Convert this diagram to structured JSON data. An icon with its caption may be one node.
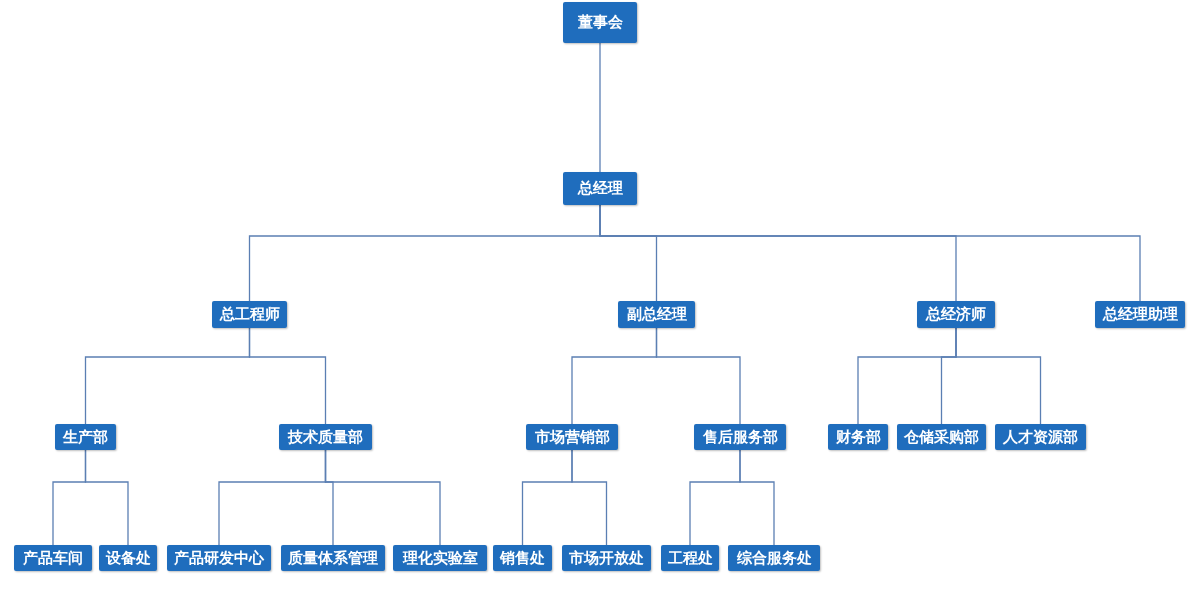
{
  "diagram": {
    "nodes": [
      {
        "text": [
          "董事会"
        ]
      },
      {
        "text": [
          "总经理"
        ]
      },
      {
        "text": [
          "总工程师"
        ]
      },
      {
        "text": [
          "副总经理"
        ]
      },
      {
        "text": [
          "总经济师"
        ]
      },
      {
        "text": [
          "总经理助理"
        ]
      },
      {
        "text": [
          "生产部"
        ]
      },
      {
        "text": [
          "技术质量部"
        ]
      },
      {
        "text": [
          "市场营销部"
        ]
      },
      {
        "text": [
          "售后服务部"
        ]
      },
      {
        "text": [
          "财务部"
        ]
      },
      {
        "text": [
          "仓储采购部"
        ]
      },
      {
        "text": [
          "人才资源部"
        ]
      },
      {
        "text": [
          "产品车间"
        ]
      },
      {
        "text": [
          "设备处"
        ]
      },
      {
        "text": [
          "产品研发中心"
        ]
      },
      {
        "text": [
          "质量体系管理"
        ]
      },
      {
        "text": [
          "理化实验室"
        ]
      },
      {
        "text": [
          "销售处"
        ]
      },
      {
        "text": [
          "市场开放处"
        ]
      },
      {
        "text": [
          "工程处"
        ]
      },
      {
        "text": [
          "综合服务处"
        ]
      }
    ],
    "edges": [
      {
        "from": 0,
        "to": 1,
        "arrow": "none"
      },
      {
        "from": 1,
        "to": 2,
        "arrow": "none"
      },
      {
        "from": 1,
        "to": 3,
        "arrow": "none"
      },
      {
        "from": 1,
        "to": 4,
        "arrow": "none"
      },
      {
        "from": 1,
        "to": 5,
        "arrow": "none"
      },
      {
        "from": 2,
        "to": 6,
        "arrow": "none"
      },
      {
        "from": 2,
        "to": 7,
        "arrow": "none"
      },
      {
        "from": 3,
        "to": 8,
        "arrow": "none"
      },
      {
        "from": 3,
        "to": 9,
        "arrow": "none"
      },
      {
        "from": 4,
        "to": 10,
        "arrow": "none"
      },
      {
        "from": 4,
        "to": 11,
        "arrow": "none"
      },
      {
        "from": 4,
        "to": 12,
        "arrow": "none"
      },
      {
        "from": 6,
        "to": 13,
        "arrow": "none"
      },
      {
        "from": 6,
        "to": 14,
        "arrow": "none"
      },
      {
        "from": 7,
        "to": 15,
        "arrow": "none"
      },
      {
        "from": 7,
        "to": 16,
        "arrow": "none"
      },
      {
        "from": 7,
        "to": 17,
        "arrow": "none"
      },
      {
        "from": 8,
        "to": 18,
        "arrow": "none"
      },
      {
        "from": 8,
        "to": 19,
        "arrow": "none"
      },
      {
        "from": 9,
        "to": 20,
        "arrow": "none"
      },
      {
        "from": 9,
        "to": 21,
        "arrow": "none"
      }
    ]
  }
}
